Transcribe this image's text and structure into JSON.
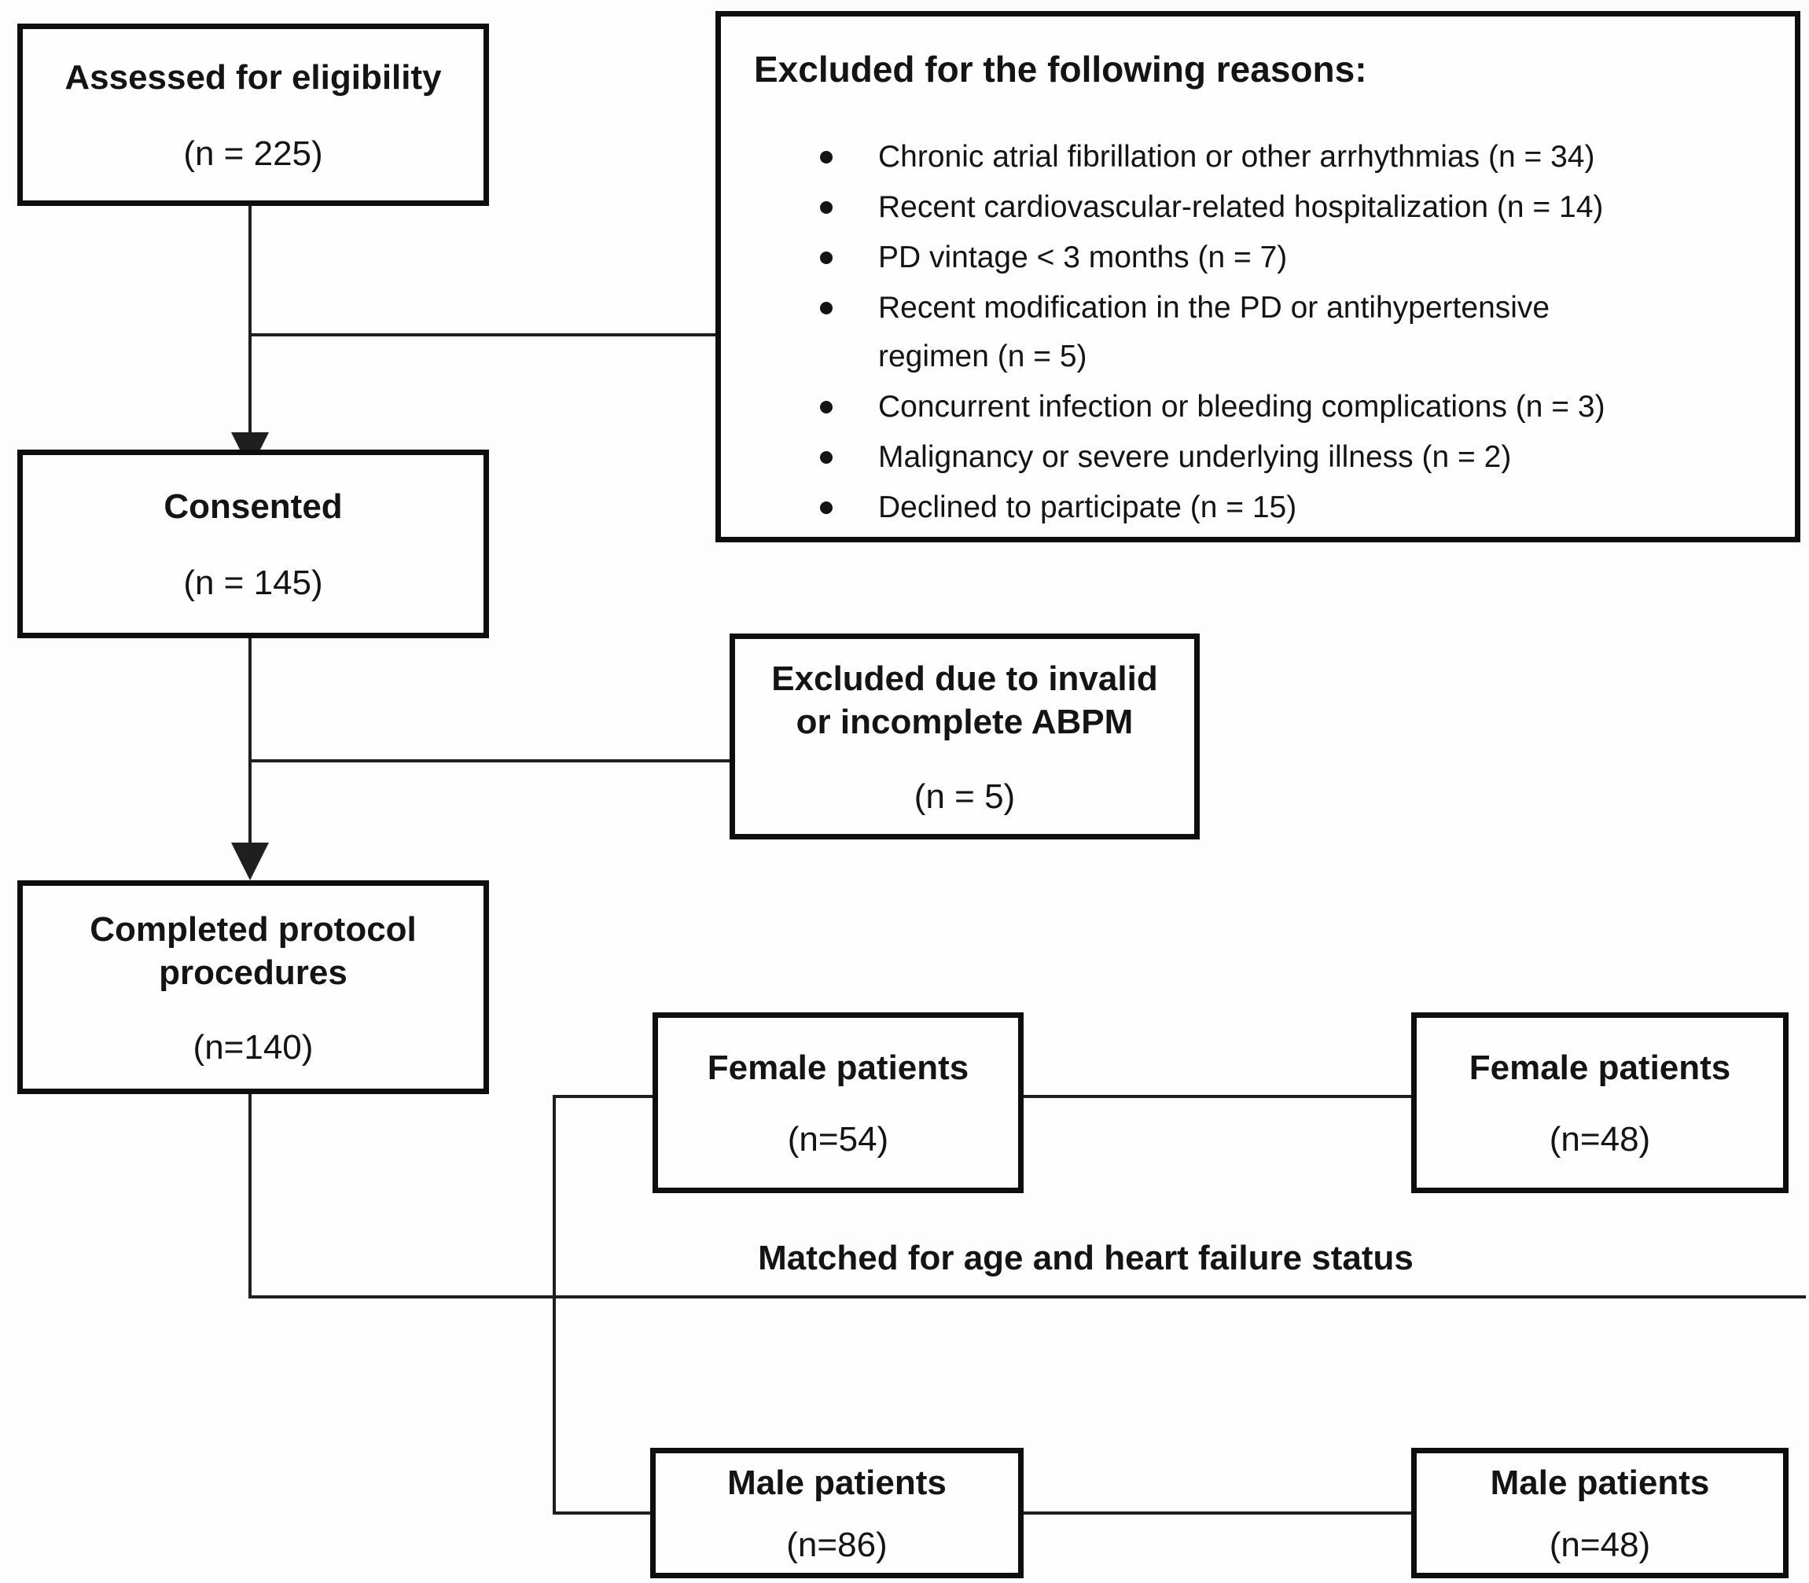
{
  "colors": {
    "ink": "#141414",
    "line": "#1f1f1f",
    "box_border": "#0e0e0e",
    "background": "#fdfdfd"
  },
  "boxes": {
    "assessed": {
      "title": "Assessed for eligibility",
      "count": "(n = 225)"
    },
    "excluded_reasons": {
      "title": "Excluded for the following reasons:",
      "items": [
        "Chronic atrial fibrillation or other arrhythmias (n = 34)",
        "Recent cardiovascular-related hospitalization (n = 14)",
        "PD vintage < 3 months (n = 7)",
        "Recent modification in the PD or antihypertensive\nregimen (n = 5)",
        "Concurrent infection or bleeding complications (n = 3)",
        "Malignancy or severe underlying illness (n = 2)",
        "Declined to participate (n = 15)"
      ]
    },
    "consented": {
      "title": "Consented",
      "count": "(n = 145)"
    },
    "excluded_abpm": {
      "title": "Excluded due to invalid\nor incomplete ABPM",
      "count": "(n = 5)"
    },
    "completed": {
      "title": "Completed protocol\nprocedures",
      "count": "(n=140)"
    },
    "female_study": {
      "title": "Female patients",
      "count": "(n=54)"
    },
    "female_control": {
      "title": "Female patients",
      "count": "(n=48)"
    },
    "male_study": {
      "title": "Male patients",
      "count": "(n=86)"
    },
    "male_control": {
      "title": "Male patients",
      "count": "(n=48)"
    }
  },
  "labels": {
    "matched": "Matched for age and heart failure status"
  }
}
